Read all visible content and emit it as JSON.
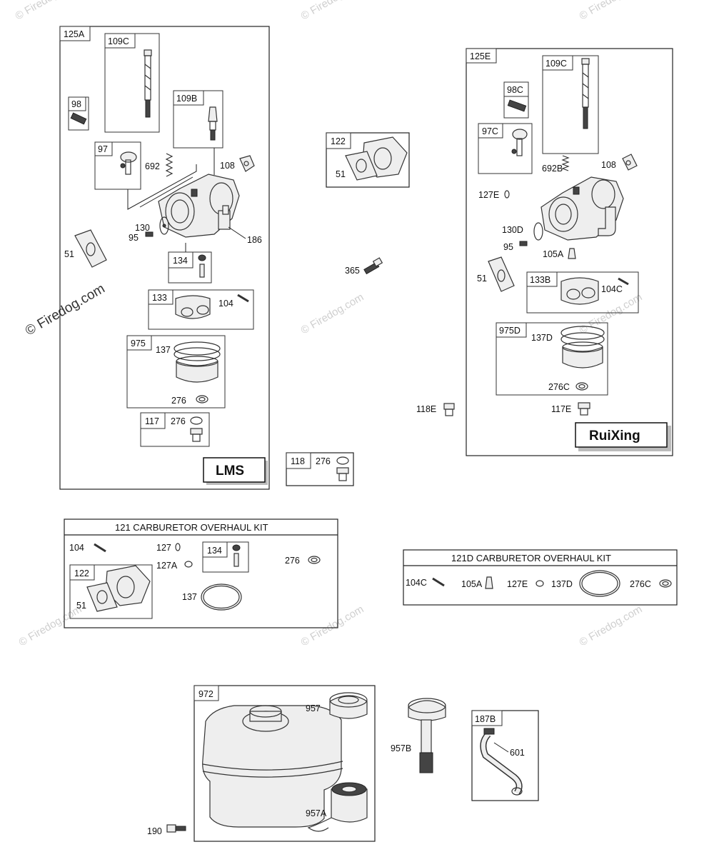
{
  "watermark": {
    "faint": "© Firedog.com",
    "main": "© Firedog.com"
  },
  "group_125A": {
    "tag": "125A",
    "labels": {
      "p109C": "109C",
      "p98": "98",
      "p109B": "109B",
      "p97": "97",
      "p692": "692",
      "p108": "108",
      "p130": "130",
      "p95": "95",
      "p186": "186",
      "p51": "51",
      "p134": "134",
      "p133": "133",
      "p104": "104",
      "p975": "975",
      "p137": "137",
      "p276a": "276",
      "p117": "117",
      "p276b": "276"
    },
    "brand": "LMS"
  },
  "group_122": {
    "tag": "122",
    "p51": "51"
  },
  "part_365": "365",
  "group_118": {
    "tag": "118",
    "p276": "276"
  },
  "part_118E": "118E",
  "group_125E": {
    "tag": "125E",
    "labels": {
      "p109C": "109C",
      "p98C": "98C",
      "p97C": "97C",
      "p692B": "692B",
      "p108": "108",
      "p127E": "127E",
      "p130D": "130D",
      "p95": "95",
      "p105A": "105A",
      "p51": "51",
      "p133B": "133B",
      "p104C": "104C",
      "p975D": "975D",
      "p137D": "137D",
      "p276C": "276C",
      "p117E": "117E"
    },
    "brand": "RuiXing"
  },
  "kit_121": {
    "title": "121 CARBURETOR OVERHAUL KIT",
    "labels": {
      "p104": "104",
      "p127": "127",
      "p127A": "127A",
      "p134": "134",
      "p276": "276",
      "p122": "122",
      "p51": "51",
      "p137": "137"
    }
  },
  "kit_121D": {
    "title": "121D CARBURETOR OVERHAUL KIT",
    "labels": {
      "p104C": "104C",
      "p105A": "105A",
      "p127E": "127E",
      "p137D": "137D",
      "p276C": "276C"
    }
  },
  "group_972": {
    "tag": "972",
    "labels": {
      "p957": "957",
      "p957A": "957A"
    }
  },
  "part_190": "190",
  "part_957B": "957B",
  "group_187B": {
    "tag": "187B",
    "p601": "601"
  }
}
